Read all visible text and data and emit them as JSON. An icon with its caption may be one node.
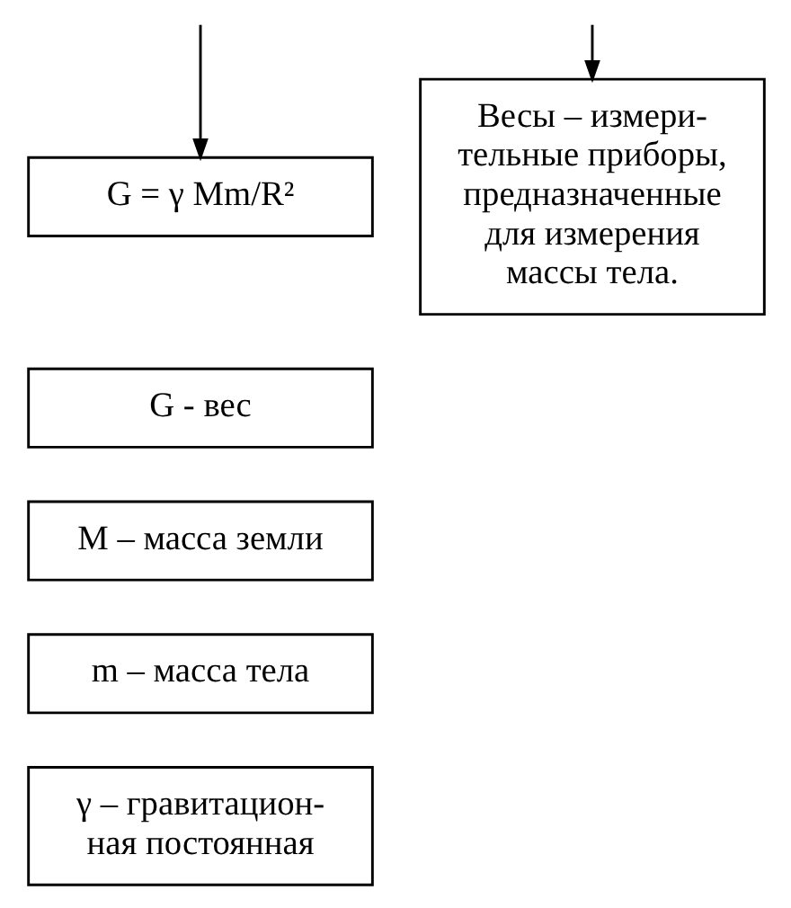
{
  "diagram": {
    "nodes": [
      {
        "text": [
          "G = γ Mm/R²"
        ]
      },
      {
        "text": [
          "Весы – измери- тельные приборы, предназначенные для измерения массы тела."
        ]
      },
      {
        "text": [
          "G - вес"
        ]
      },
      {
        "text": [
          "M – масса земли"
        ]
      },
      {
        "text": [
          "m – масса тела"
        ]
      },
      {
        "text": [
          "γ – гравитацион- ная постоянная"
        ]
      }
    ],
    "edges": [
      {
        "from": null,
        "to": 0,
        "arrow": "to"
      },
      {
        "from": null,
        "to": 1,
        "arrow": "to"
      }
    ]
  }
}
